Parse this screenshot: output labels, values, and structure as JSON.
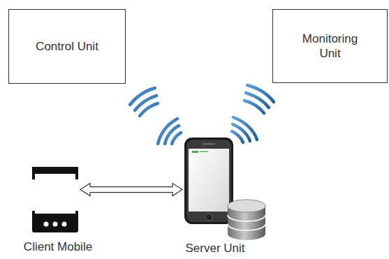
{
  "diagram": {
    "nodes": [
      {
        "text": [
          "Control Unit"
        ]
      },
      {
        "text": [
          "Monitoring Unit"
        ]
      },
      {
        "text": [
          "Client Mobile"
        ]
      },
      {
        "text": [
          "Server Unit"
        ]
      }
    ],
    "edges": [
      {
        "from": 2,
        "to": 3,
        "arrow": "both"
      }
    ]
  }
}
